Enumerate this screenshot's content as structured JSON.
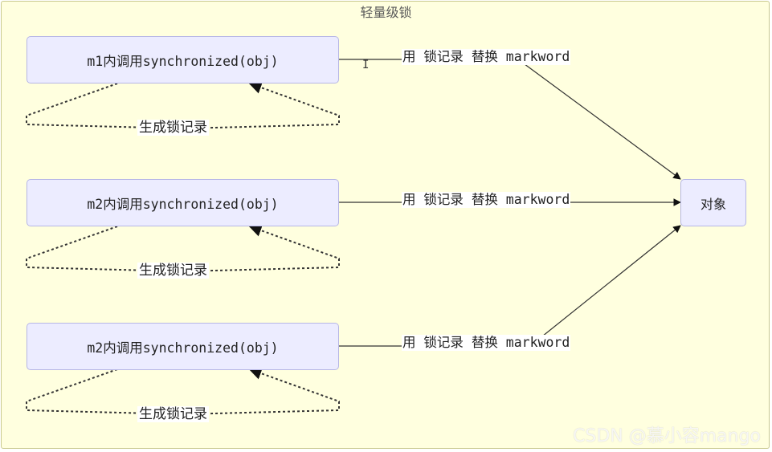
{
  "title": "轻量级锁",
  "nodes": {
    "call1": "m1内调用synchronized(obj)",
    "call2": "m2内调用synchronized(obj)",
    "call3": "m2内调用synchronized(obj)",
    "object": "对象"
  },
  "edge_labels": {
    "replace1": "用 锁记录 替换 markword",
    "replace2": "用 锁记录 替换 markword",
    "replace3": "用 锁记录 替换 markword"
  },
  "loop_labels": {
    "loop1": "生成锁记录",
    "loop2": "生成锁记录",
    "loop3": "生成锁记录"
  },
  "watermark": "CSDN @慕小容mango",
  "colors": {
    "frame_fill": "#ffffdf",
    "frame_border": "#c9c98f",
    "node_fill": "#ececff",
    "node_border": "#b6b6e6",
    "edge": "#333333"
  }
}
